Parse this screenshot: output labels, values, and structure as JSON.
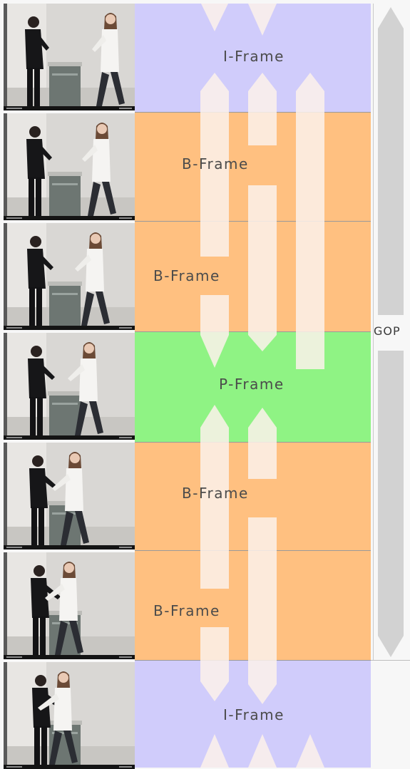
{
  "colors": {
    "i_frame": "#d0ccfb",
    "b_frame": "#ffc080",
    "p_frame": "#8ff384",
    "arrow": "#fbf1ea",
    "gop_arrow": "#d2d2d2"
  },
  "frames": [
    {
      "type": "I",
      "label": "I-Frame"
    },
    {
      "type": "B",
      "label": "B-Frame"
    },
    {
      "type": "B",
      "label": "B-Frame"
    },
    {
      "type": "P",
      "label": "P-Frame"
    },
    {
      "type": "B",
      "label": "B-Frame"
    },
    {
      "type": "B",
      "label": "B-Frame"
    },
    {
      "type": "I",
      "label": "I-Frame"
    }
  ],
  "gop": {
    "label": "GOP"
  }
}
